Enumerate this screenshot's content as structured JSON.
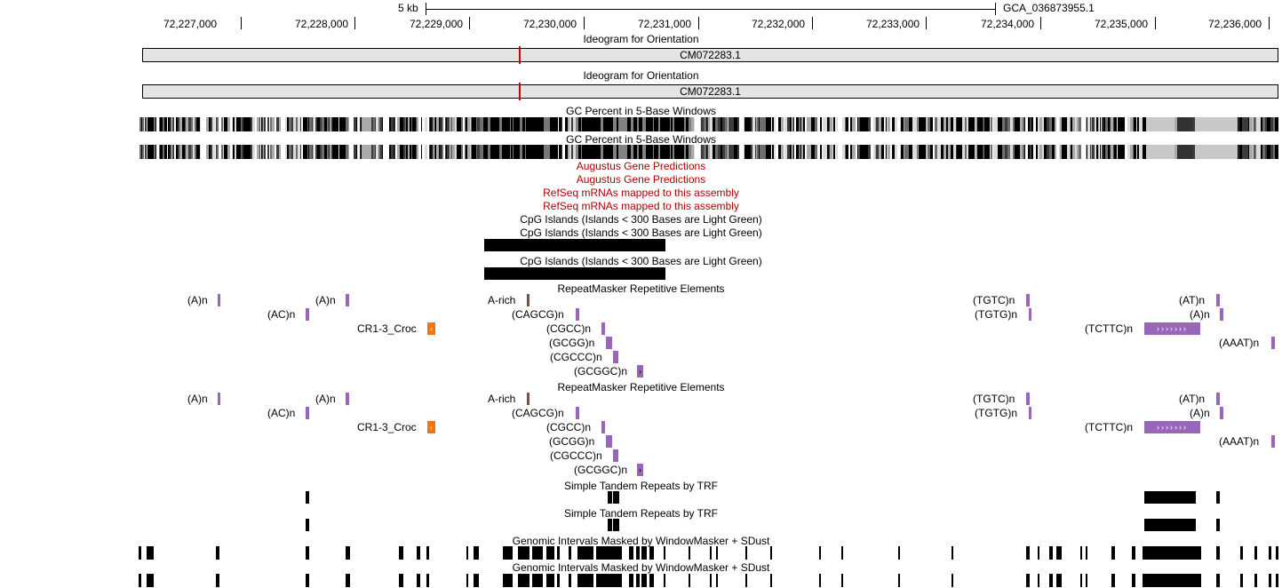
{
  "ruler": {
    "scale_label": "5 kb",
    "assembly_label": "GCA_036873955.1",
    "positions": [
      "72,227,000",
      "72,228,000",
      "72,229,000",
      "72,230,000",
      "72,231,000",
      "72,232,000",
      "72,233,000",
      "72,234,000",
      "72,235,000",
      "72,236,000"
    ]
  },
  "tracks": {
    "ideogram": {
      "title": "Ideogram for Orientation",
      "chrom": "CM072283.1"
    },
    "gc": {
      "title": "GC Percent in 5-Base Windows"
    },
    "augustus": {
      "title": "Augustus Gene Predictions"
    },
    "refseq": {
      "title": "RefSeq mRNAs mapped to this assembly"
    },
    "cpg": {
      "title": "CpG Islands (Islands < 300 Bases are Light Green)"
    },
    "repeatmasker": {
      "title": "RepeatMasker Repetitive Elements",
      "labels": [
        "(A)n",
        "(A)n",
        "A-rich",
        "(TGTC)n",
        "(AT)n",
        "(AC)n",
        "(CAGCG)n",
        "(TGTG)n",
        "(A)n",
        "CR1-3_Croc",
        "(CGCC)n",
        "(TCTTC)n",
        "(GCGG)n",
        "(AAAT)n",
        "(CGCCC)n",
        "(GCGGC)n"
      ]
    },
    "trf": {
      "title": "Simple Tandem Repeats by TRF"
    },
    "windowmasker": {
      "title": "Genomic Intervals Masked by WindowMasker + SDust"
    }
  },
  "colors": {
    "ideogram_marker": "#d00000",
    "track_title_red": "#b00000",
    "simple_repeat": "#9966bb",
    "line_repeat": "#ee7711",
    "low_complexity": "#775544",
    "cpg": "#000000"
  }
}
